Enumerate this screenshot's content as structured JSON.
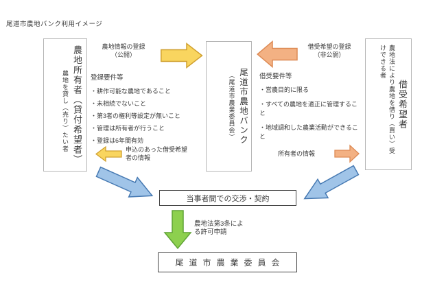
{
  "title": "尾道市農地バンク利用イメージ",
  "colors": {
    "yellow_fill": "#f9d55f",
    "yellow_border": "#d0a02f",
    "orange_fill": "#f3b183",
    "orange_border": "#dd8a54",
    "blue_fill": "#a0c4e8",
    "blue_border": "#4679b2",
    "green_fill": "#8dd04e",
    "green_border": "#5fa335"
  },
  "owner_box": {
    "main": "農地所有者（貸付希望者）",
    "sub": "農地を貸し（売り）たい者"
  },
  "bank_box": {
    "main": "尾道市農地バンク",
    "sub": "（尾道市農業委員会）"
  },
  "borrower_box": {
    "main": "借受希望者",
    "sub": "農地法により農地を借り（買い）受\nけできる者"
  },
  "register_flow": {
    "label": "農地情報の登録\n（公開）"
  },
  "request_flow": {
    "label": "借受希望の登録\n（非公開）"
  },
  "register_requirements": {
    "heading": "登録要件等",
    "items": [
      "・耕作可能な農地であること",
      "・未相続でないこと",
      "・第3者の権利等設定が無いこと",
      "・管理は所有者が行うこと",
      "・登録は6年間有効"
    ]
  },
  "borrow_requirements": {
    "heading": "借受要件等",
    "items": [
      "・営農目的に限る",
      "・すべての農地を適正に管理すること",
      "・地域調和した農業活動ができること"
    ]
  },
  "applicant_info": {
    "label": "申込のあった借受希望\n者の情報"
  },
  "owner_info": {
    "label": "所有者の情報"
  },
  "negotiation_box": {
    "label": "当事者間での交渉・契約"
  },
  "permission": {
    "label": "農地法第3条によ\nる許可申請"
  },
  "committee_box": {
    "label": "尾道市農業委員会"
  }
}
